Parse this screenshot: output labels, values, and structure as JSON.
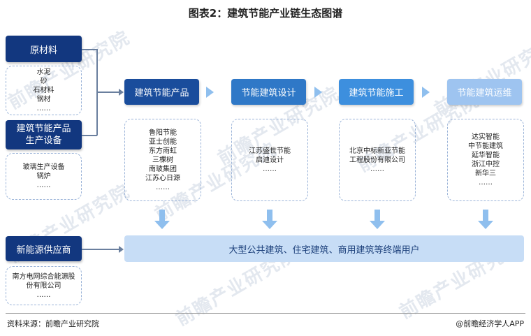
{
  "title": "图表2：建筑节能产业链生态图谱",
  "left": {
    "raw_materials": {
      "label": "原材料",
      "items": [
        "水泥",
        "砂",
        "石材料",
        "钢材",
        "……"
      ]
    },
    "equipment": {
      "label_line1": "建筑节能产品",
      "label_line2": "生产设备",
      "items": [
        "玻璃生产设备",
        "锅炉",
        "……"
      ]
    },
    "energy": {
      "label": "新能源供应商",
      "items": [
        "南方电网综合能源股",
        "份有限公司",
        "……"
      ]
    }
  },
  "stages": [
    {
      "label": "建筑节能产品",
      "color": "#1a4d9c",
      "items": [
        "鲁阳节能",
        "亚士创能",
        "东方雨虹",
        "三棵树",
        "南玻集团",
        "江苏心日源",
        "……"
      ]
    },
    {
      "label": "节能建筑设计",
      "color": "#2f78c7",
      "items": [
        "江苏盛世节能",
        "启迪设计",
        "……"
      ]
    },
    {
      "label": "建筑节能施工",
      "color": "#3d8fde",
      "items": [
        "北京中标新亚节能",
        "工程股份有限公司",
        "……"
      ]
    },
    {
      "label": "节能建筑运维",
      "color": "#9ec4f0",
      "items": [
        "达实智能",
        "中节能建筑",
        "延华智能",
        "浙江中控",
        "新华三",
        "……"
      ]
    }
  ],
  "end_users": "大型公共建筑、住宅建筑、商用建筑等终端用户",
  "footer": {
    "source": "资料来源：前瞻产业研究院",
    "brand": "@前瞻经济学人APP"
  },
  "watermark": "前瞻产业研究院",
  "colors": {
    "navy": "#12377f",
    "end_bar": "#c7ddf6",
    "arrow": "#8fbfee"
  }
}
